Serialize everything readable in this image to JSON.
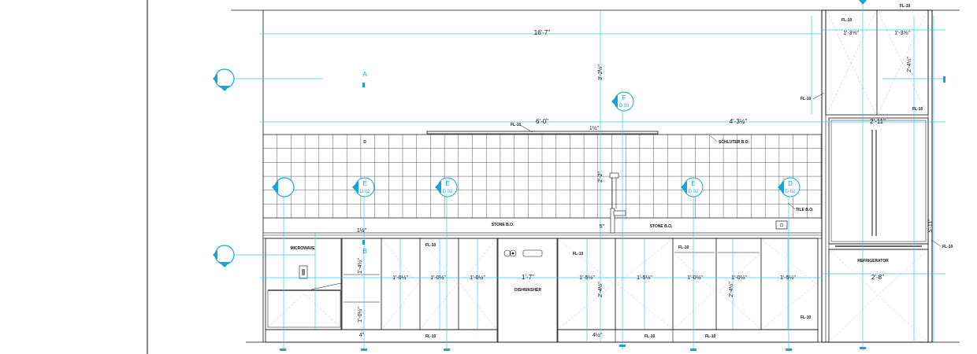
{
  "labels": {
    "microwave": "MICROWAVE",
    "dishwasher": "DISHWASHER",
    "refrigerator": "REFRIGERATOR",
    "schluter": "SCHLUTER B.O.",
    "stone_left": "STONE B.O.",
    "stone_right": "STONE B.O.",
    "tile": "TILE B.O.",
    "fl_upper_shelf": "FL-10",
    "fl_upper_right_a": "FL-10",
    "fl_upper_right_b": "FL-10",
    "fl_tall_left": "FL-10",
    "fl_tall_bottom": "FL-10",
    "fl_base_a": "FL-10",
    "fl_base_b": "FL-10",
    "fl_base_c": "FL-10",
    "fl_base_d": "FL-10",
    "fl_toe_a": "FL-10",
    "fl_toe_b": "FL-10",
    "fl_toe_c": "FL-10",
    "fl_right_edge": "FL-10"
  },
  "grid_letters": {
    "a": "A",
    "b": "B",
    "d": "D"
  },
  "bubbles": [
    {
      "letter": "F",
      "sheet": "D.03"
    },
    {
      "letter": "E",
      "sheet": "D.02"
    },
    {
      "letter": "E",
      "sheet": "D.02"
    },
    {
      "letter": "E",
      "sheet": "D.02"
    },
    {
      "letter": "D",
      "sheet": "D.02"
    }
  ],
  "dimensions": {
    "overall_width": "16'-7\"",
    "shelf_width": "6'-0\"",
    "right_span": "4'-3½\"",
    "upper_height": "3'-2½\"",
    "upper_cab_a": "1'-3⅝\"",
    "upper_cab_b": "1'-3⅝\"",
    "upper_cab_height": "2'-4½\"",
    "fridge_opening": "2'-11\"",
    "fridge_height": "5'-11\"",
    "fridge_width": "2'-8\"",
    "faucet_height": "2'-2\"",
    "sink_height": "5\"",
    "base_a": "1'-0½\"",
    "base_b": "1'-0½\"",
    "base_c": "1'-0½\"",
    "dishwasher_width": "1'-7\"",
    "base_d": "1'-5½\"",
    "base_e": "1'-5½\"",
    "base_f": "1'-0½\"",
    "base_g": "1'-0½\"",
    "base_h": "1'-5½\"",
    "drawer_height": "2'-4½\"",
    "base_height_1": "1'-4½\"",
    "base_height_2": "1'-0½\"",
    "toe_1": "4\"",
    "toe_2": "4½\"",
    "shelf_thickness": "1½\"",
    "counter_thickness": "1½\""
  }
}
